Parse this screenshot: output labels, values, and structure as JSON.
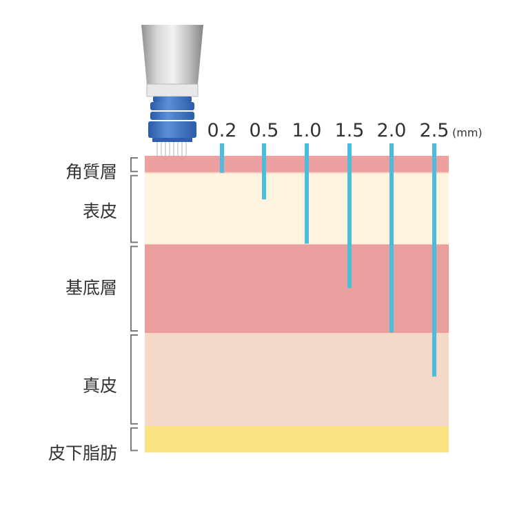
{
  "diagram": {
    "layers": [
      {
        "label": "角質層",
        "color": "#eca0a0",
        "depth": 0.2
      },
      {
        "label": "表皮",
        "color": "#fdf3de",
        "depth": 1.0
      },
      {
        "label": "基底層",
        "color": "#e89f9e",
        "depth": 2.0
      },
      {
        "label": "真皮",
        "color": "#f4d9c8",
        "depth": 3.05
      },
      {
        "label": "皮下脂肪",
        "color": "#f8e282",
        "depth": 3.35
      }
    ],
    "needles": [
      {
        "label": "0.2",
        "depth": 0.2
      },
      {
        "label": "0.5",
        "depth": 0.5
      },
      {
        "label": "1.0",
        "depth": 1.0
      },
      {
        "label": "1.5",
        "depth": 1.5
      },
      {
        "label": "2.0",
        "depth": 2.0
      },
      {
        "label": "2.5",
        "depth": 2.5
      }
    ],
    "unit": "(mm)",
    "needle_color": "#4cbcdc",
    "device": {
      "icon": "microneedle-pen-icon",
      "barrel_color": "#a8a8a8",
      "head_color": "#3a6fc0"
    }
  }
}
